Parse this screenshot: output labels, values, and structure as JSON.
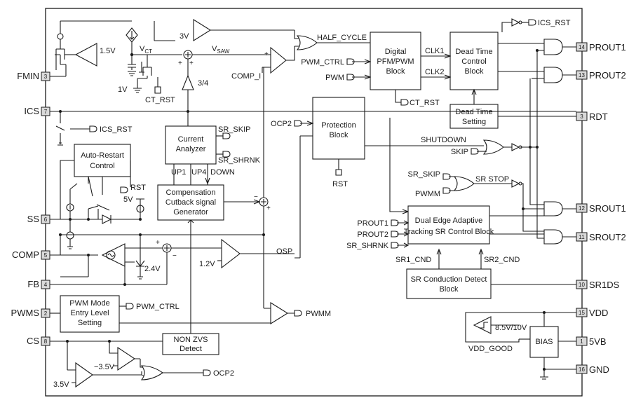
{
  "pins_left": [
    {
      "num": "3",
      "name": "FMIN"
    },
    {
      "num": "7",
      "name": "ICS"
    },
    {
      "num": "6",
      "name": "SS"
    },
    {
      "num": "5",
      "name": "COMP"
    },
    {
      "num": "4",
      "name": "FB"
    },
    {
      "num": "2",
      "name": "PWMS"
    },
    {
      "num": "8",
      "name": "CS"
    }
  ],
  "pins_right": [
    {
      "num": "14",
      "name": "PROUT1"
    },
    {
      "num": "13",
      "name": "PROUT2"
    },
    {
      "num": "3",
      "name": "RDT"
    },
    {
      "num": "12",
      "name": "SROUT1"
    },
    {
      "num": "11",
      "name": "SROUT2"
    },
    {
      "num": "10",
      "name": "SR1DS"
    },
    {
      "num": "15",
      "name": "VDD"
    },
    {
      "num": "1",
      "name": "5VB"
    },
    {
      "num": "16",
      "name": "GND"
    }
  ],
  "blocks": {
    "digital": [
      "Digital",
      "PFM/PWM",
      "Block"
    ],
    "deadtime_ctrl": [
      "Dead Time",
      "Control",
      "Block"
    ],
    "deadtime_set": [
      "Dead Time",
      "Setting"
    ],
    "protection": [
      "Protection",
      "Block"
    ],
    "current_analyzer": [
      "Current",
      "Analyzer"
    ],
    "autorestart": [
      "Auto-Restart",
      "Control"
    ],
    "comp_cutback": [
      "Compensation",
      "Cutback signal",
      "Generator"
    ],
    "dual_edge": [
      "Dual Edge Adaptive",
      "Tracking SR Control Block"
    ],
    "sr_cond": [
      "SR Conduction Detect",
      "Block"
    ],
    "pwm_mode": [
      "PWM Mode",
      "Entry Level",
      "Setting"
    ],
    "nonzvs": [
      "NON ZVS",
      "Detect"
    ],
    "bias": "BIAS"
  },
  "labels": {
    "ics_rst": "ICS_RST",
    "half_cycle": "HALF_CYCLE",
    "pwm_ctrl": "PWM_CTRL",
    "pwm": "PWM",
    "comp_i": "COMP_I",
    "clk1": "CLK1",
    "clk2": "CLK2",
    "ct_rst": "CT_RST",
    "v3": "3V",
    "vct": "V",
    "vct_sub": "CT",
    "vsaw": "V",
    "vsaw_sub": "SAW",
    "v15": "1.5V",
    "v1": "1V",
    "ratio": "3/4",
    "ocp2": "OCP2",
    "sr_skip": "SR_SKIP",
    "sr_shrnk": "SR_SHRNK",
    "up1": "UP1",
    "up4": "UP4",
    "down": "DOWN",
    "rst": "RST",
    "shutdown": "SHUTDOWN",
    "skip": "SKIP",
    "sr_stop": "SR STOP",
    "pwmm": "PWMM",
    "prout1": "PROUT1",
    "prout2": "PROUT2",
    "sr1_cnd": "SR1_CND",
    "sr2_cnd": "SR2_CND",
    "v5": "5V",
    "v24": "2.4V",
    "v12": "1.2V",
    "osp": "OSP",
    "vm35": "−3.5V",
    "v35": "3.5V",
    "vdd_uvlo": "8.5V/10V",
    "vdd_good": "VDD_GOOD",
    "plus": "+",
    "minus": "−"
  }
}
